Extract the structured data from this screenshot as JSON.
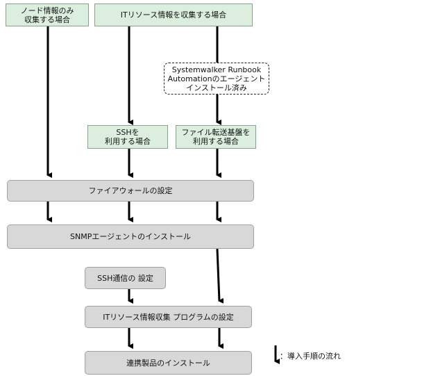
{
  "nodes": {
    "node_only": "ノード情報のみ\n収集する場合",
    "it_resource": "ITリソース情報を収集する場合",
    "runbook_installed": "Systemwalker Runbook\nAutomationのエージェント\nインストール済み",
    "ssh_use": "SSHを\n利用する場合",
    "file_transfer_use": "ファイル転送基盤を\n利用する場合",
    "firewall": "ファイアウォールの設定",
    "snmp": "SNMPエージェントのインストール",
    "ssh_comm": "SSH通信の 設定",
    "it_program": "ITリソース情報収集 プログラムの設定",
    "linked_install": "連携製品のインストール"
  },
  "legend": {
    "label": "：導入手順の流れ"
  },
  "colors": {
    "start_fill": "#dcefdf",
    "step_fill": "#d8d8d8",
    "arrow": "#000000"
  }
}
